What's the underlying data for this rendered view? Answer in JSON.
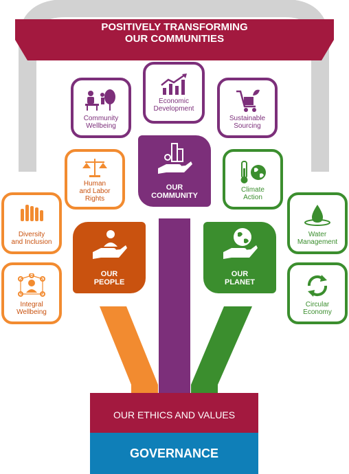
{
  "title_line1": "POSITIVELY TRANSFORMING",
  "title_line2": "OUR COMMUNITIES",
  "pillars": {
    "community": {
      "line1": "OUR",
      "line2": "COMMUNITY"
    },
    "people": {
      "line1": "OUR",
      "line2": "PEOPLE"
    },
    "planet": {
      "line1": "OUR",
      "line2": "PLANET"
    }
  },
  "topics": {
    "community_wellbeing": {
      "line1": "Community",
      "line2": "Wellbeing"
    },
    "economic_development": {
      "line1": "Economic",
      "line2": "Development"
    },
    "sustainable_sourcing": {
      "line1": "Sustainable",
      "line2": "Sourcing"
    },
    "human_labor_rights": {
      "line1": "Human",
      "line2": "and Labor",
      "line3": "Rights"
    },
    "climate_action": {
      "line1": "Climate",
      "line2": "Action"
    },
    "diversity_inclusion": {
      "line1": "Diversity",
      "line2": "and Inclusion"
    },
    "integral_wellbeing": {
      "line1": "Integral",
      "line2": "Wellbeing"
    },
    "water_management": {
      "line1": "Water",
      "line2": "Management"
    },
    "circular_economy": {
      "line1": "Circular",
      "line2": "Economy"
    }
  },
  "ethics_label": "OUR ETHICS AND VALUES",
  "governance_label": "GOVERNANCE",
  "colors": {
    "crimson": "#a3193f",
    "purple": "#7c2f7a",
    "orange": "#f28b30",
    "dark_orange": "#c9520f",
    "green": "#3b8e2e",
    "blue": "#0f7fb8",
    "gray": "#d2d2d2"
  }
}
